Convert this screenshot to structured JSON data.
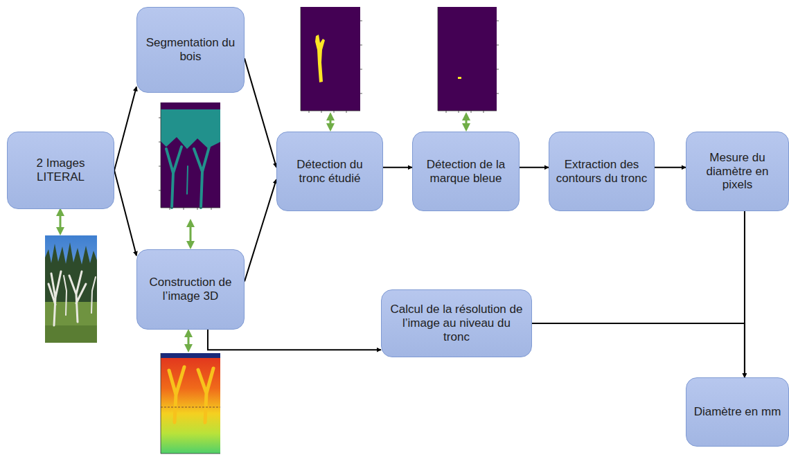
{
  "diagram": {
    "nodes": [
      {
        "text": [
          "2 Images LITERAL"
        ]
      },
      {
        "text": [
          "Segmentation du bois"
        ]
      },
      {
        "text": [
          "Construction de l’image 3D"
        ]
      },
      {
        "text": [
          "Détection du tronc étudié"
        ]
      },
      {
        "text": [
          "Détection de la marque bleue"
        ]
      },
      {
        "text": [
          "Extraction des contours du tronc"
        ]
      },
      {
        "text": [
          "Mesure du diamètre en pixels"
        ]
      },
      {
        "text": [
          "Calcul de la résolution de l’image au niveau du tronc"
        ]
      },
      {
        "text": [
          "Diamètre en mm"
        ]
      }
    ],
    "edges": [
      {
        "from": 0,
        "to": 1,
        "arrow": "to"
      },
      {
        "from": 0,
        "to": 2,
        "arrow": "to"
      },
      {
        "from": 1,
        "to": 3,
        "arrow": "to"
      },
      {
        "from": 2,
        "to": 3,
        "arrow": "to"
      },
      {
        "from": 3,
        "to": 4,
        "arrow": "to"
      },
      {
        "from": 4,
        "to": 5,
        "arrow": "to"
      },
      {
        "from": 5,
        "to": 6,
        "arrow": "to"
      },
      {
        "from": 6,
        "to": 8,
        "arrow": "to"
      },
      {
        "from": 2,
        "to": 7,
        "arrow": "to"
      },
      {
        "from": 7,
        "to": 8,
        "arrow": "to"
      }
    ]
  }
}
